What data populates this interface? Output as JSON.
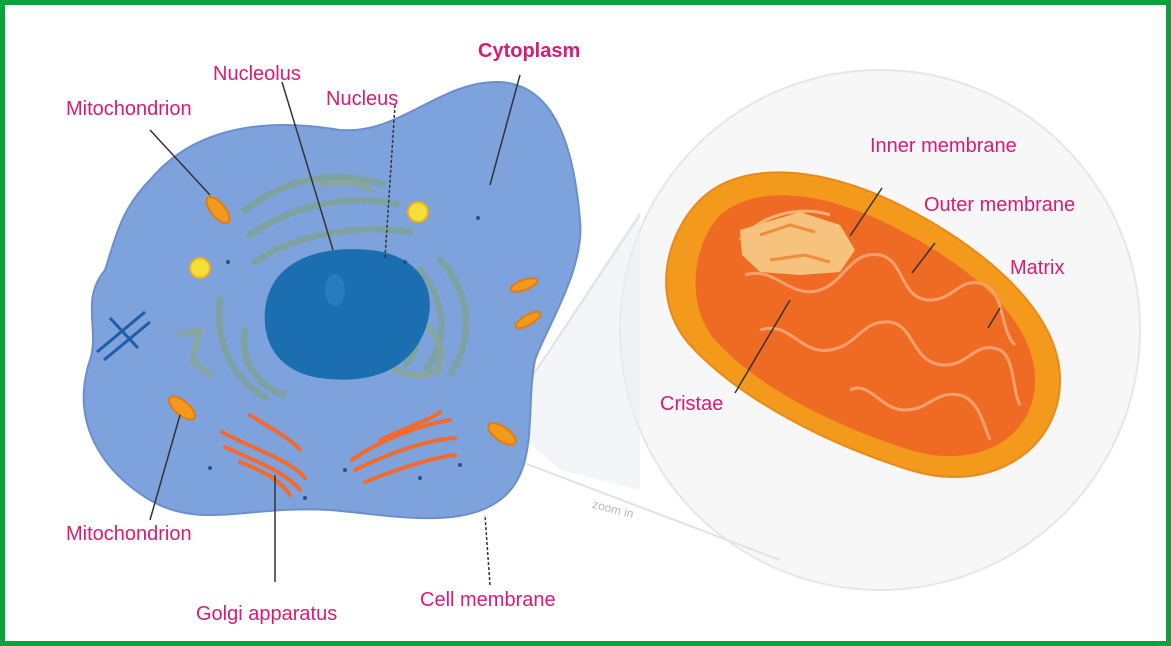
{
  "labels": {
    "nucleolus": "Nucleolus",
    "nucleus": "Nucleus",
    "cytoplasm": "Cytoplasm",
    "mitochondrion_top": "Mitochondrion",
    "mitochondrion_bottom": "Mitochondrion",
    "golgi": "Golgi apparatus",
    "cell_membrane": "Cell membrane",
    "inner_membrane": "Inner membrane",
    "outer_membrane": "Outer membrane",
    "matrix": "Matrix",
    "cristae": "Cristae",
    "zoom": "zoom in"
  },
  "colors": {
    "frame": "#0aa23b",
    "label": "#d81b74",
    "cell_fill": "#7ea2dc",
    "nucleus_fill": "#1b6fb0",
    "mito_outer": "#f39a1d",
    "mito_inner": "#ef6b24"
  }
}
